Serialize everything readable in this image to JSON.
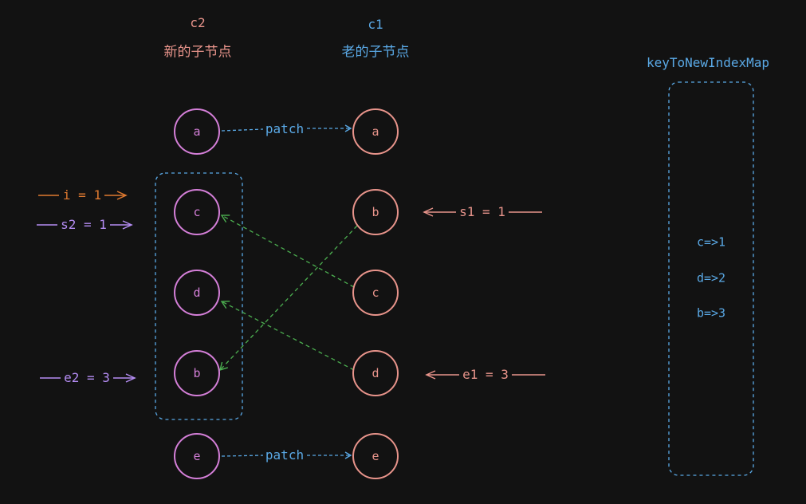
{
  "headers": {
    "c2": "c2",
    "c2_caption": "新的子节点",
    "c1": "c1",
    "c1_caption": "老的子节点"
  },
  "new_children": [
    "a",
    "c",
    "d",
    "b",
    "e"
  ],
  "old_children": [
    "a",
    "b",
    "c",
    "d",
    "e"
  ],
  "edges": {
    "patch_top": "patch",
    "patch_bottom": "patch"
  },
  "pointers": {
    "i": "i = 1",
    "s2": "s2 = 1",
    "e2": "e2 = 3",
    "s1": "s1 = 1",
    "e1": "e1 = 3"
  },
  "map": {
    "title": "keyToNewIndexMap",
    "entries": [
      "c=>1",
      "d=>2",
      "b=>3"
    ]
  },
  "colors": {
    "background": "#121212",
    "new_node": "#d47fd8",
    "old_node": "#e8948b",
    "patch": "#5aa9e6",
    "cross_edge": "#4caf50",
    "pointer_i": "#e07a30",
    "pointer_s2_e2": "#b48cf2",
    "pointer_s1_e1": "#e8948b",
    "map_box": "#5aa9e6"
  }
}
